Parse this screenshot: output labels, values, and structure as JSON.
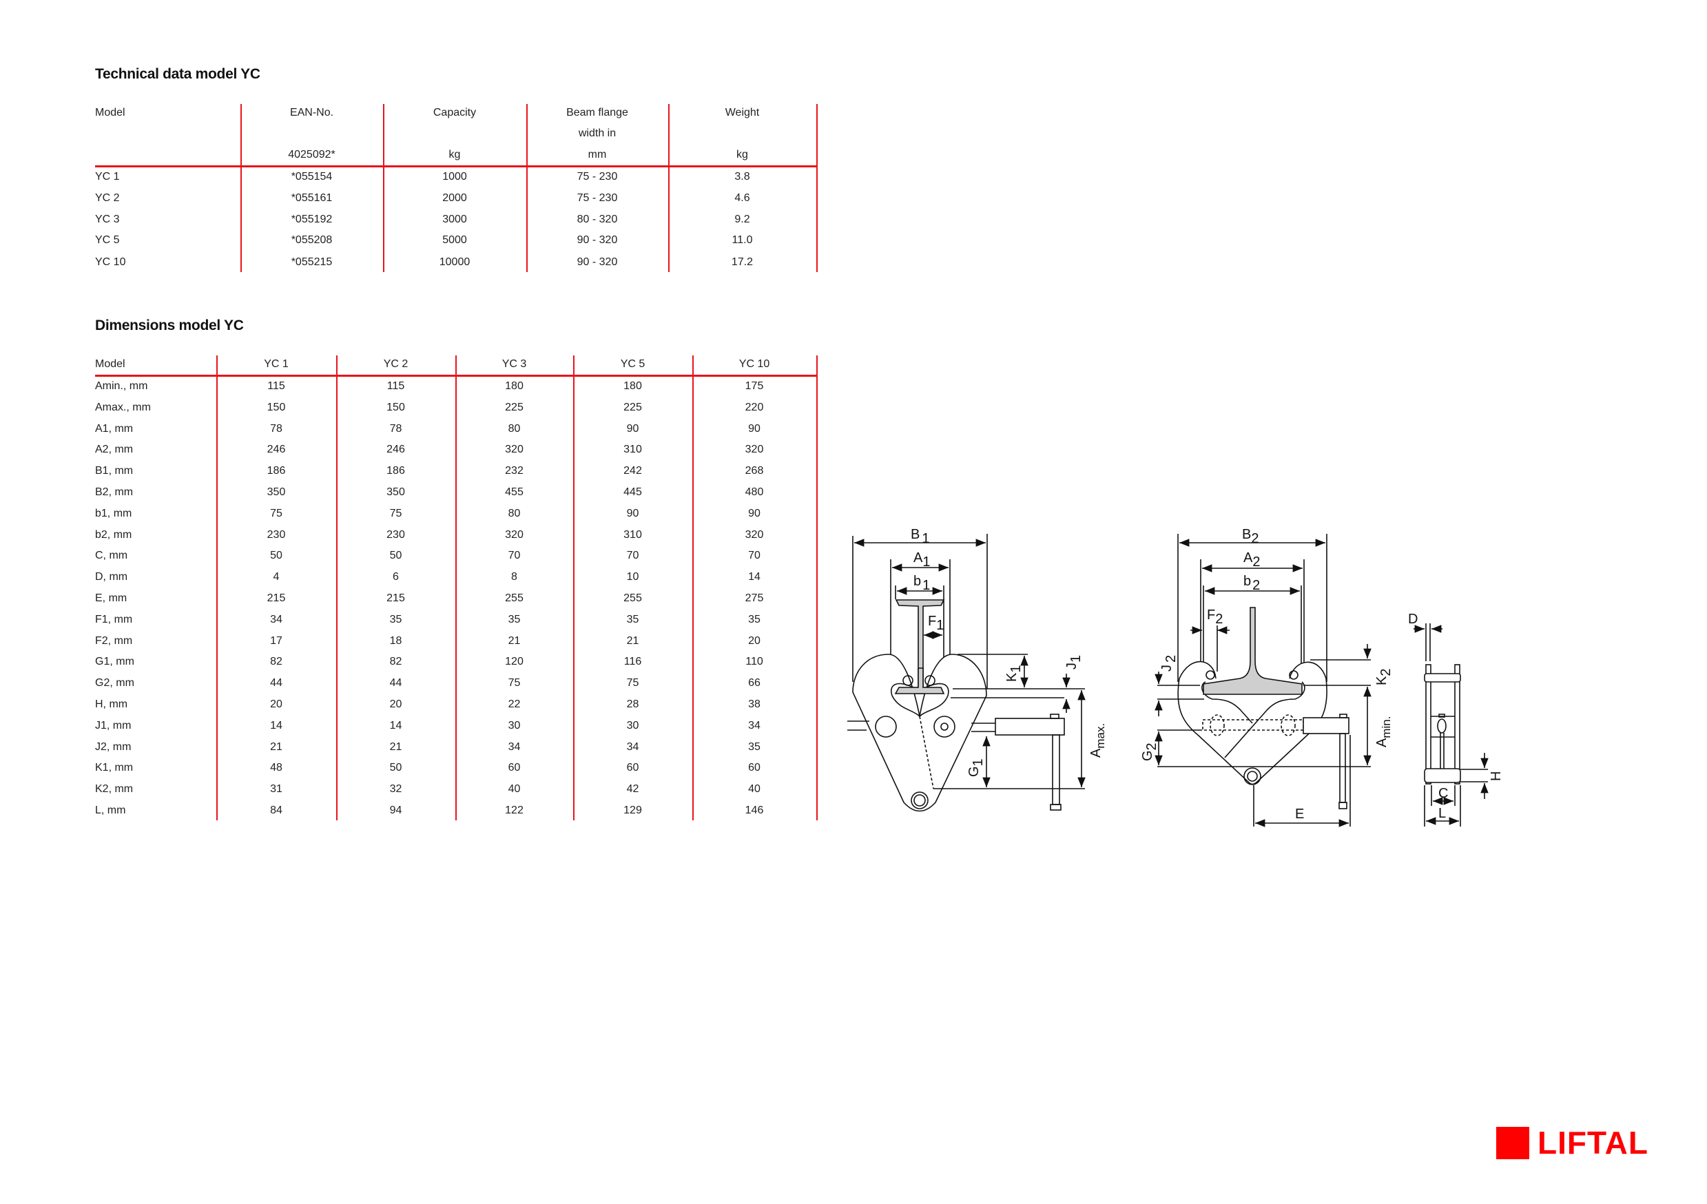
{
  "technical": {
    "title": "Technical data model YC",
    "headers": [
      [
        "Model",
        "",
        ""
      ],
      [
        "EAN-No.",
        "",
        "4025092*"
      ],
      [
        "Capacity",
        "",
        "kg"
      ],
      [
        "Beam flange",
        "width in",
        "mm"
      ],
      [
        "Weight",
        "",
        "kg"
      ]
    ],
    "rows": [
      [
        "YC 1",
        "*055154",
        "1000",
        "75 - 230",
        "3.8"
      ],
      [
        "YC 2",
        "*055161",
        "2000",
        "75 - 230",
        "4.6"
      ],
      [
        "YC 3",
        "*055192",
        "3000",
        "80 - 320",
        "9.2"
      ],
      [
        "YC 5",
        "*055208",
        "5000",
        "90 - 320",
        "11.0"
      ],
      [
        "YC 10",
        "*055215",
        "10000",
        "90 - 320",
        "17.2"
      ]
    ]
  },
  "dimensions": {
    "title": "Dimensions model YC",
    "headers": [
      "Model",
      "YC 1",
      "YC 2",
      "YC 3",
      "YC 5",
      "YC 10"
    ],
    "rows": [
      [
        "Amin., mm",
        "115",
        "115",
        "180",
        "180",
        "175"
      ],
      [
        "Amax., mm",
        "150",
        "150",
        "225",
        "225",
        "220"
      ],
      [
        "A1, mm",
        "78",
        "78",
        "80",
        "90",
        "90"
      ],
      [
        "A2, mm",
        "246",
        "246",
        "320",
        "310",
        "320"
      ],
      [
        "B1, mm",
        "186",
        "186",
        "232",
        "242",
        "268"
      ],
      [
        "B2, mm",
        "350",
        "350",
        "455",
        "445",
        "480"
      ],
      [
        "b1, mm",
        "75",
        "75",
        "80",
        "90",
        "90"
      ],
      [
        "b2, mm",
        "230",
        "230",
        "320",
        "310",
        "320"
      ],
      [
        "C, mm",
        "50",
        "50",
        "70",
        "70",
        "70"
      ],
      [
        "D, mm",
        "4",
        "6",
        "8",
        "10",
        "14"
      ],
      [
        "E, mm",
        "215",
        "215",
        "255",
        "255",
        "275"
      ],
      [
        "F1, mm",
        "34",
        "35",
        "35",
        "35",
        "35"
      ],
      [
        "F2, mm",
        "17",
        "18",
        "21",
        "21",
        "20"
      ],
      [
        "G1, mm",
        "82",
        "82",
        "120",
        "116",
        "110"
      ],
      [
        "G2, mm",
        "44",
        "44",
        "75",
        "75",
        "66"
      ],
      [
        "H, mm",
        "20",
        "20",
        "22",
        "28",
        "38"
      ],
      [
        "J1, mm",
        "14",
        "14",
        "30",
        "30",
        "34"
      ],
      [
        "J2, mm",
        "21",
        "21",
        "34",
        "34",
        "35"
      ],
      [
        "K1, mm",
        "48",
        "50",
        "60",
        "60",
        "60"
      ],
      [
        "K2, mm",
        "31",
        "32",
        "40",
        "42",
        "40"
      ],
      [
        "L, mm",
        "84",
        "94",
        "122",
        "129",
        "146"
      ]
    ]
  },
  "diagram": {
    "labels": {
      "B1": "B",
      "B1s": "1",
      "A1": "A",
      "A1s": "1",
      "b1": "b",
      "b1s": "1",
      "F1": "F",
      "F1s": "1",
      "K1": "K",
      "K1s": "1",
      "J1": "J",
      "J1s": "1",
      "Amax": "A",
      "Amaxs": "max.",
      "G1": "G",
      "G1s": "1",
      "B2": "B",
      "B2s": "2",
      "A2": "A",
      "A2s": "2",
      "b2": "b",
      "b2s": "2",
      "F2": "F",
      "F2s": "2",
      "J2": "J",
      "J2s": "2",
      "K2": "K",
      "K2s": "2",
      "Amin": "A",
      "Amins": "min.",
      "G2": "G",
      "G2s": "2",
      "E": "E",
      "D": "D",
      "H": "H",
      "C": "C",
      "L": "L"
    }
  },
  "logo": {
    "text": "LIFTAL",
    "color": "#ff0000"
  },
  "colors": {
    "accent": "#e8141c"
  }
}
